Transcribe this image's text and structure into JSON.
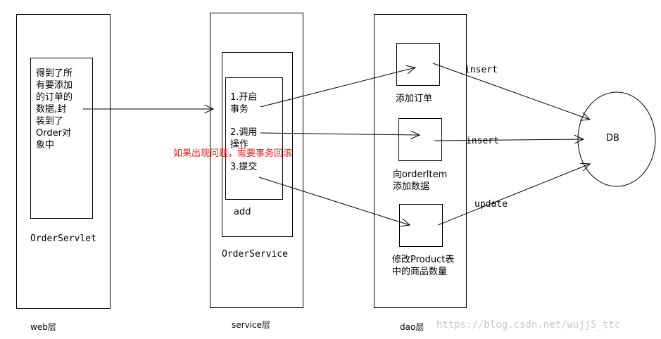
{
  "web_layer": {
    "label": "web层",
    "servlet_label": "OrderServlet",
    "inner_text": "得到了所\n有要添加\n的订单的\n数据,封\n装到了\nOrder对\n象中"
  },
  "service_layer": {
    "label": "service层",
    "service_label": "OrderService",
    "method_label": "add",
    "steps": [
      "1.开启\n事务",
      "2.调用\n操作",
      "3.提交"
    ],
    "rollback_note": "如果出现问题，需要事务回滚"
  },
  "dao_layer": {
    "label": "dao层",
    "add_order": "添加订单",
    "add_order_item": "向orderItem\n添加数据",
    "update_product": "修改Product表\n中的商品数量"
  },
  "db": {
    "label": "DB"
  },
  "edges": {
    "insert_1": "insert",
    "insert_2": "insert",
    "update": "update"
  },
  "watermark": "https://blog.csdn.net/wujj5_ttc",
  "colors": {
    "line": "#000000",
    "note": "#e0201a",
    "watermark": "#c8c8c8"
  }
}
